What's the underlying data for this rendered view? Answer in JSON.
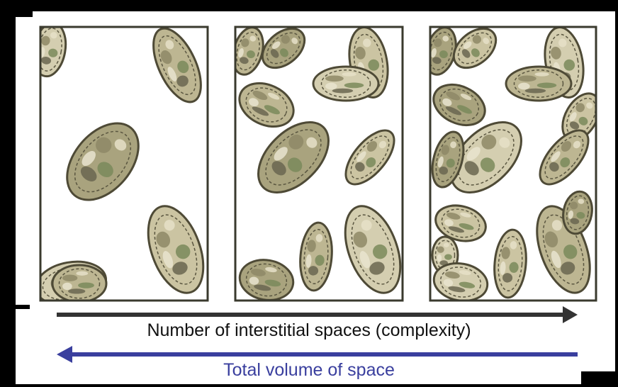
{
  "labels": {
    "complexity": "Number of interstitial spaces (complexity)",
    "volume": "Total volume of space"
  },
  "colors": {
    "background": "#ffffff",
    "frame": "#000000",
    "panel_border": "#3a3a2e",
    "complexity_arrow": "#333333",
    "volume_arrow": "#3a3f9e",
    "oyster_shell": "#c8c2a4",
    "oyster_dark": "#5a5640",
    "oyster_green": "#7a8a5a"
  },
  "panels": [
    {
      "name": "panel-low-density",
      "oyster_count": 6
    },
    {
      "name": "panel-medium-density",
      "oyster_count": 10
    },
    {
      "name": "panel-high-density",
      "oyster_count": 15
    }
  ],
  "arrows": [
    {
      "name": "complexity-arrow",
      "direction": "right"
    },
    {
      "name": "volume-arrow",
      "direction": "left"
    }
  ]
}
